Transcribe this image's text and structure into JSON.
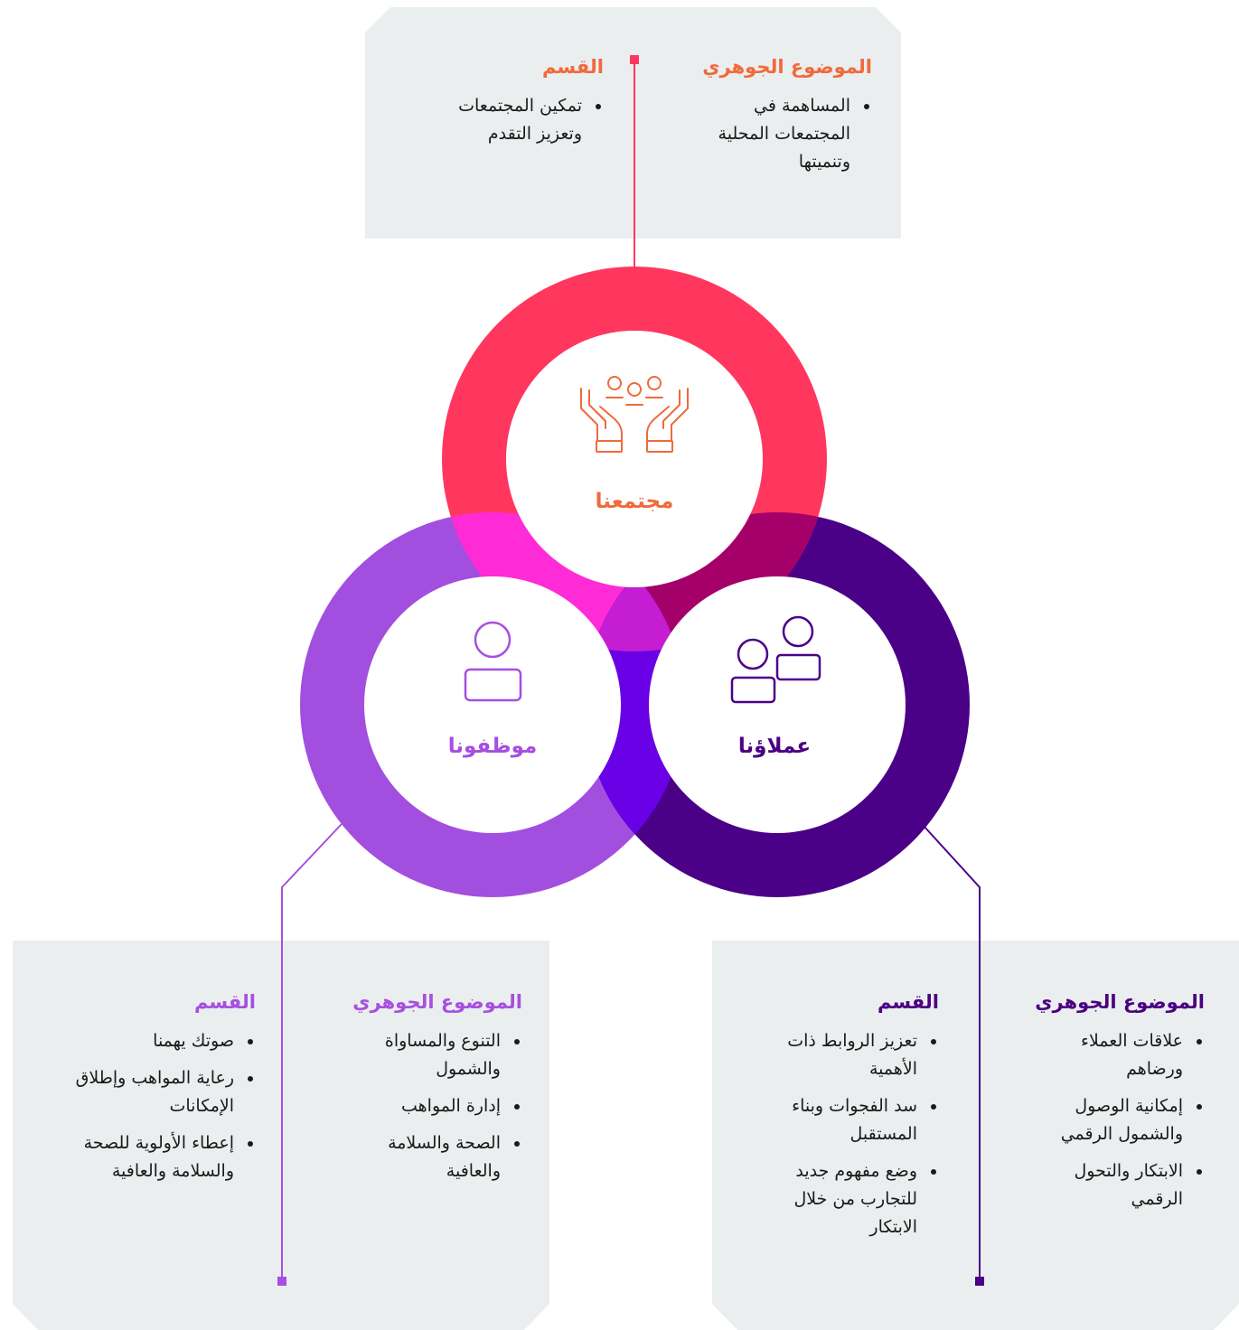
{
  "circles": {
    "community": {
      "label": "مجتمعنا",
      "icon": "hands-people-icon",
      "color": "#ff375f"
    },
    "employees": {
      "label": "موظفونا",
      "icon": "person-icon",
      "color": "#a24fe0"
    },
    "customers": {
      "label": "عملاؤنا",
      "icon": "two-people-icon",
      "color": "#4b0088"
    }
  },
  "panels": {
    "community": {
      "topic_heading": "الموضوع الجوهري",
      "topic_items": [
        "المساهمة في المجتمعات المحلية وتنميتها"
      ],
      "section_heading": "القسم",
      "section_items": [
        "تمكين المجتمعات وتعزيز التقدم"
      ]
    },
    "employees": {
      "topic_heading": "الموضوع الجوهري",
      "topic_items": [
        "التنوع والمساواة والشمول",
        "إدارة المواهب",
        "الصحة والسلامة والعافية"
      ],
      "section_heading": "القسم",
      "section_items": [
        "صوتك يهمنا",
        "رعاية المواهب وإطلاق الإمكانات",
        "إعطاء الأولوية للصحة والسلامة والعافية"
      ]
    },
    "customers": {
      "topic_heading": "الموضوع الجوهري",
      "topic_items": [
        "علاقات العملاء ورضاهم",
        "إمكانية الوصول والشمول الرقمي",
        "الابتكار والتحول الرقمي"
      ],
      "section_heading": "القسم",
      "section_items": [
        "تعزيز الروابط ذات الأهمية",
        "سد الفجوات وبناء المستقبل",
        "وضع مفهوم جديد للتجارب من خلال الابتكار"
      ]
    }
  }
}
